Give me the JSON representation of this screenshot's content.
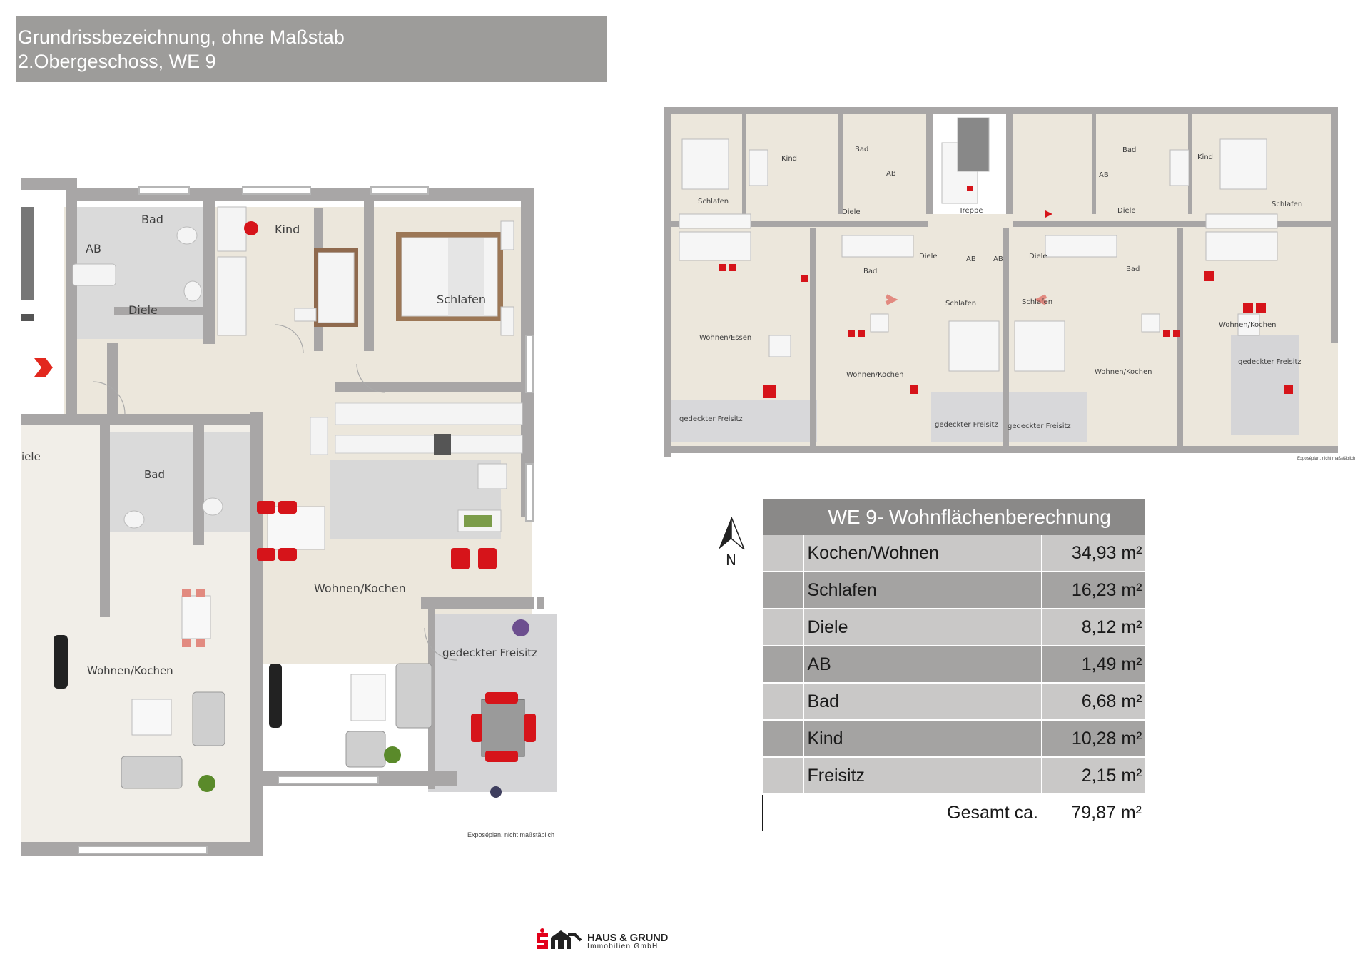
{
  "header": {
    "line1": "Grundrissbezeichnung, ohne Maßstab",
    "line2": "2.Obergeschoss, WE 9"
  },
  "main_plan": {
    "rooms": {
      "bad": "Bad",
      "ab": "AB",
      "kind": "Kind",
      "schlafen": "Schlafen",
      "diele": "Diele",
      "wohnen_kochen": "Wohnen/Kochen",
      "freisitz": "gedeckter Freisitz",
      "neighbor_diele": "iele",
      "neighbor_bad": "Bad",
      "neighbor_wohnen": "Wohnen/Kochen"
    },
    "note": "Exposéplan, nicht maßstäblich"
  },
  "overview_plan": {
    "rooms": {
      "schlafen_l": "Schlafen",
      "kind_l": "Kind",
      "bad_l": "Bad",
      "ab_l": "AB",
      "diele_l": "Diele",
      "treppe": "Treppe",
      "bad_r": "Bad",
      "ab_r": "AB",
      "kind_r": "Kind",
      "schlafen_r": "Schlafen",
      "diele_r": "Diele",
      "wohnen_essen": "Wohnen/Essen",
      "bad_ml": "Bad",
      "diele_ml": "Diele",
      "ab_ml": "AB",
      "ab_mr": "AB",
      "diele_mr": "Diele",
      "bad_mr": "Bad",
      "schlafen_ml": "Schlafen",
      "schlafen_mr": "Schlafen",
      "wohnen_kochen_ml": "Wohnen/Kochen",
      "wohnen_kochen_mr": "Wohnen/Kochen",
      "wohnen_kochen_r": "Wohnen/Kochen",
      "freisitz_l": "gedeckter Freisitz",
      "freisitz_ml": "gedeckter Freisitz",
      "freisitz_mr": "gedeckter Freisitz",
      "freisitz_r": "gedeckter Freisitz"
    },
    "note": "Exposéplan, nicht maßstäblich"
  },
  "compass": {
    "label": "N"
  },
  "area_table": {
    "title": "WE 9- Wohnflächenberechnung",
    "rows": [
      {
        "label": "Kochen/Wohnen",
        "value": "34,93 m²"
      },
      {
        "label": "Schlafen",
        "value": "16,23 m²"
      },
      {
        "label": "Diele",
        "value": "8,12 m²"
      },
      {
        "label": "AB",
        "value": "1,49 m²"
      },
      {
        "label": "Bad",
        "value": "6,68 m²"
      },
      {
        "label": "Kind",
        "value": "10,28 m²"
      },
      {
        "label": "Freisitz",
        "value": "2,15 m²"
      }
    ],
    "total_label": "Gesamt ca.",
    "total_value": "79,87 m²"
  },
  "logo": {
    "name": "HAUS & GRUND",
    "subtitle": "Immobilien GmbH",
    "brand_color": "#e2001a"
  }
}
